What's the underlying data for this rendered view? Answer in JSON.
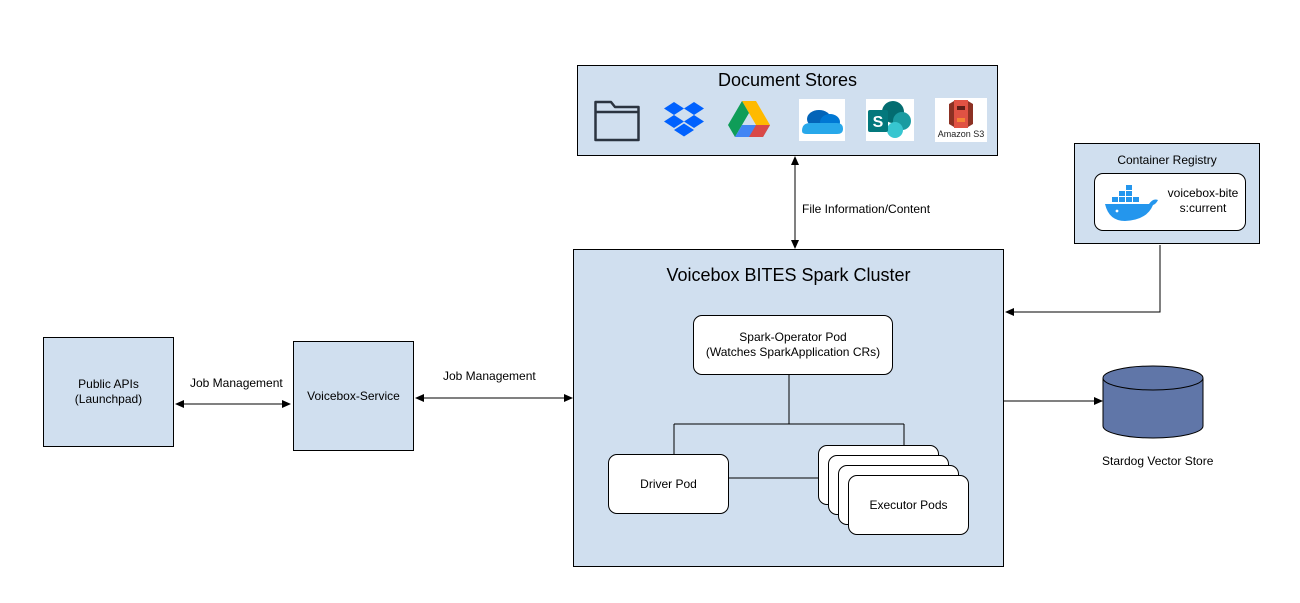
{
  "document_stores": {
    "title": "Document Stores",
    "icons": [
      "folder-icon",
      "dropbox-icon",
      "google-drive-icon",
      "onedrive-icon",
      "sharepoint-icon",
      "amazon-s3-icon"
    ],
    "s3_label": "Amazon S3"
  },
  "container_registry": {
    "title": "Container Registry",
    "image_label": "voicebox-bites:current",
    "icon": "docker-icon"
  },
  "cluster": {
    "title": "Voicebox BITES Spark Cluster",
    "operator_line1": "Spark-Operator Pod",
    "operator_line2": "(Watches SparkApplication CRs)",
    "driver": "Driver Pod",
    "executors": "Executor Pods"
  },
  "public_apis": {
    "line1": "Public APIs",
    "line2": "(Launchpad)"
  },
  "voicebox_service": "Voicebox-Service",
  "edges": {
    "file_info": "File Information/Content",
    "job_mgmt_left": "Job Management",
    "job_mgmt_right": "Job Management"
  },
  "vector_store": "Stardog Vector Store",
  "colors": {
    "box_fill": "#d0dfef",
    "cylinder_fill": "#6076a8"
  }
}
